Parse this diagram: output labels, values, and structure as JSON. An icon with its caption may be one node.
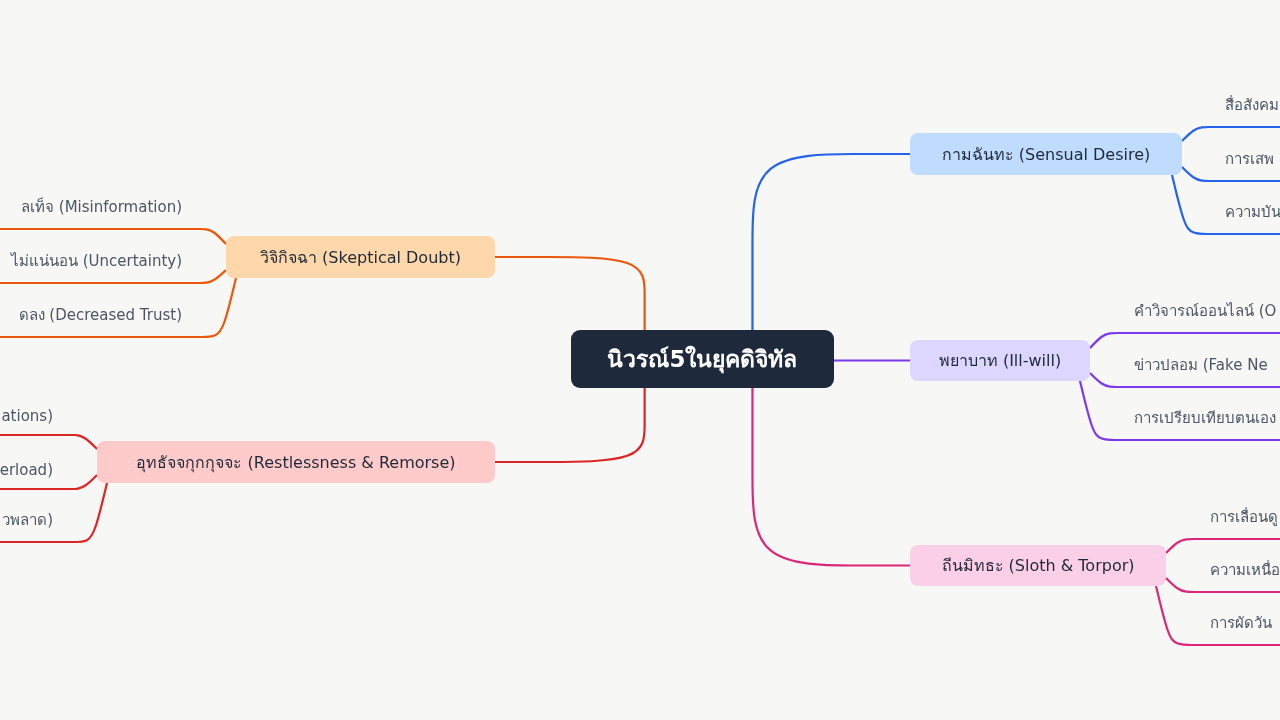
{
  "diagram": {
    "nodes": [
      {
        "text": [
          "นิวรณ์5ในยุคดิจิทัล"
        ]
      },
      {
        "text": [
          "กามฉันทะ (Sensual Desire)"
        ]
      },
      {
        "text": [
          "พยาบาท (Ill-will)"
        ]
      },
      {
        "text": [
          "ถีนมิทธะ (Sloth & Torpor)"
        ]
      },
      {
        "text": [
          "วิจิกิจฉา (Skeptical Doubt)"
        ]
      },
      {
        "text": [
          "อุทธัจจกุกกุจจะ (Restlessness & Remorse)"
        ]
      },
      {
        "text": [
          "สื่อสังคม"
        ]
      },
      {
        "text": [
          "การเสพ"
        ]
      },
      {
        "text": [
          "ความบัน"
        ]
      },
      {
        "text": [
          "คำวิจารณ์ออนไลน์ (O"
        ]
      },
      {
        "text": [
          "ข่าวปลอม (Fake Ne"
        ]
      },
      {
        "text": [
          "การเปรียบเทียบตนเอง"
        ]
      },
      {
        "text": [
          "การเลื่อนดู"
        ]
      },
      {
        "text": [
          "ความเหนื่อ"
        ]
      },
      {
        "text": [
          "การผัดวัน"
        ]
      },
      {
        "text": [
          "ลเท็จ (Misinformation)"
        ]
      },
      {
        "text": [
          "ไม่แน่นอน (Uncertainty)"
        ]
      },
      {
        "text": [
          "ดลง (Decreased Trust)"
        ]
      },
      {
        "text": [
          "ations)"
        ]
      },
      {
        "text": [
          "erload)"
        ]
      },
      {
        "text": [
          "วพลาด)"
        ]
      }
    ],
    "edges": [
      {
        "from": 0,
        "to": 1,
        "arrow": "none",
        "color": "#2563eb"
      },
      {
        "from": 0,
        "to": 2,
        "arrow": "none",
        "color": "#7c3aed"
      },
      {
        "from": 0,
        "to": 3,
        "arrow": "none",
        "color": "#db2777"
      },
      {
        "from": 0,
        "to": 4,
        "arrow": "none",
        "color": "#ea580c"
      },
      {
        "from": 0,
        "to": 5,
        "arrow": "none",
        "color": "#dc2626"
      },
      {
        "from": 1,
        "to": 6,
        "arrow": "none",
        "color": "#2563eb"
      },
      {
        "from": 1,
        "to": 7,
        "arrow": "none",
        "color": "#2563eb"
      },
      {
        "from": 1,
        "to": 8,
        "arrow": "none",
        "color": "#2563eb"
      },
      {
        "from": 2,
        "to": 9,
        "arrow": "none",
        "color": "#7c3aed"
      },
      {
        "from": 2,
        "to": 10,
        "arrow": "none",
        "color": "#7c3aed"
      },
      {
        "from": 2,
        "to": 11,
        "arrow": "none",
        "color": "#7c3aed"
      },
      {
        "from": 3,
        "to": 12,
        "arrow": "none",
        "color": "#db2777"
      },
      {
        "from": 3,
        "to": 13,
        "arrow": "none",
        "color": "#db2777"
      },
      {
        "from": 3,
        "to": 14,
        "arrow": "none",
        "color": "#db2777"
      },
      {
        "from": 4,
        "to": 15,
        "arrow": "none",
        "color": "#ea580c"
      },
      {
        "from": 4,
        "to": 16,
        "arrow": "none",
        "color": "#ea580c"
      },
      {
        "from": 4,
        "to": 17,
        "arrow": "none",
        "color": "#ea580c"
      },
      {
        "from": 5,
        "to": 18,
        "arrow": "none",
        "color": "#dc2626"
      },
      {
        "from": 5,
        "to": 19,
        "arrow": "none",
        "color": "#dc2626"
      },
      {
        "from": 5,
        "to": 20,
        "arrow": "none",
        "color": "#dc2626"
      }
    ]
  }
}
